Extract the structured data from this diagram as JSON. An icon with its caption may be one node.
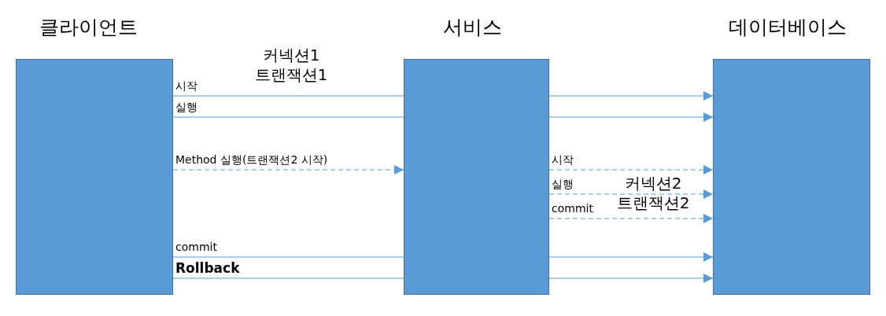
{
  "diagram": {
    "nodes": [
      {
        "text": [
          "클라이언트"
        ]
      },
      {
        "text": [
          "서비스"
        ]
      },
      {
        "text": [
          "데이터베이스"
        ]
      }
    ],
    "edges": [
      {
        "from": 0,
        "to": 1,
        "arrow": "none",
        "label": "시작"
      },
      {
        "from": 1,
        "to": 2,
        "arrow": "to"
      },
      {
        "from": 0,
        "to": 1,
        "arrow": "none",
        "label": "실행"
      },
      {
        "from": 1,
        "to": 2,
        "arrow": "to"
      },
      {
        "from": 0,
        "to": 1,
        "arrow": "to",
        "label": "Method 실행(트랜잭션2 시작)",
        "style": "dashed"
      },
      {
        "from": 1,
        "to": 2,
        "arrow": "to",
        "label": "시작",
        "style": "dashed"
      },
      {
        "from": 1,
        "to": 2,
        "arrow": "to",
        "label": "실행",
        "style": "dashed"
      },
      {
        "from": 1,
        "to": 2,
        "arrow": "to",
        "label": "commit",
        "style": "dashed"
      },
      {
        "from": 0,
        "to": 1,
        "arrow": "none",
        "label": "commit"
      },
      {
        "from": 1,
        "to": 2,
        "arrow": "to"
      },
      {
        "from": 0,
        "to": 1,
        "arrow": "none",
        "label": "Rollback"
      },
      {
        "from": 1,
        "to": 2,
        "arrow": "to"
      }
    ],
    "labels": [
      "커넥션1 트랜잭션1",
      "커넥션2 트랜잭션2"
    ]
  }
}
